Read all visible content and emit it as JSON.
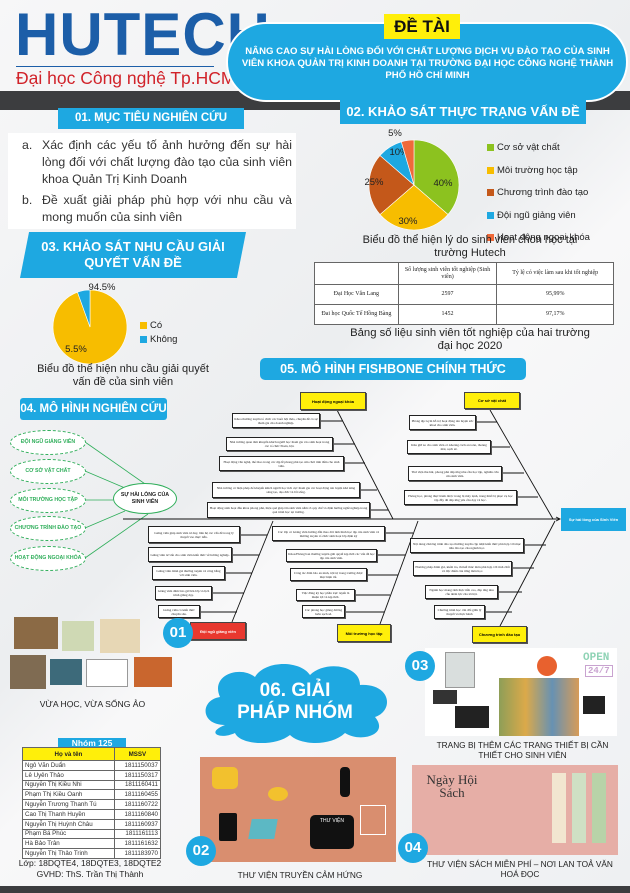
{
  "header": {
    "logo": "HUTECH",
    "logo_subtitle": "Đại học Công nghệ Tp.HCM",
    "topic_label": "ĐỀ TÀI",
    "topic": "NÂNG CAO SỰ HÀI LÒNG ĐỐI VỚI CHẤT LƯỢNG DỊCH VỤ ĐÀO TẠO CỦA SINH VIÊN KHOA QUẢN TRỊ KINH DOANH TẠI TRƯỜNG ĐẠI HỌC CÔNG NGHỆ THÀNH PHỐ HỒ CHÍ MINH"
  },
  "colors": {
    "accent": "#1ea8e1",
    "highlight": "#ffef0a",
    "logo": "#1c5ea8",
    "logo_sub": "#d1232a",
    "model": "#2fae5a"
  },
  "section1": {
    "title": "01. MỤC TIÊU NGHIÊN CỨU",
    "items": [
      {
        "marker": "a.",
        "text": "Xác định các yếu tố ảnh hưởng đến sự hài lòng đối với chất lượng đào tạo của sinh viên khoa Quản Trị Kinh Doanh"
      },
      {
        "marker": "b.",
        "text": "Đề xuất giải pháp phù hợp với nhu cầu và mong muốn của sinh viên"
      }
    ]
  },
  "section2": {
    "title": "02. KHẢO SÁT THỰC TRẠNG VẤN ĐỀ",
    "chart_caption": "Biểu đồ thể hiện lý do sinh viên chon học tại trường Hutech",
    "table": {
      "headers": [
        "",
        "Số lượng sinh viên tốt nghiệp (Sinh viên)",
        "Tỷ lệ có việc làm sau khi tốt nghiệp"
      ],
      "rows": [
        [
          "Đại Học Văn Lang",
          "2597",
          "95,99%"
        ],
        [
          "Đai học Quốc Tế Hồng Bàng",
          "1452",
          "97,17%"
        ]
      ]
    },
    "table_caption": "Bảng số liệu sinh viên tốt nghiệp của hai trường đại học 2020"
  },
  "section3": {
    "title": "03. KHẢO SÁT NHU CẦU GIẢI QUYẾT VẤN ĐỀ",
    "chart_caption": "Biểu đồ thể hiện nhu cầu giải quyết vấn đề của sinh viên"
  },
  "chart_data": [
    {
      "type": "pie",
      "legend": "right",
      "series": [
        {
          "name": "Cơ sở vật chất",
          "value": 40,
          "label": "40%",
          "color": "#8cc21f"
        },
        {
          "name": "Môi trường học tập",
          "value": 30,
          "label": "30%",
          "color": "#f7bd00"
        },
        {
          "name": "Chương trình đào tạo",
          "value": 25,
          "label": "25%",
          "color": "#c4581a"
        },
        {
          "name": "Đội ngũ giảng viên",
          "value": 10,
          "label": "10%",
          "color": "#1ea8e1"
        },
        {
          "name": "Hoạt động ngoại khóa",
          "value": 5,
          "label": "5%",
          "color": "#ef6a3a"
        }
      ]
    },
    {
      "type": "pie",
      "legend": "right",
      "series": [
        {
          "name": "Có",
          "value": 94.5,
          "label": "94.5%",
          "color": "#f7bd00"
        },
        {
          "name": "Không",
          "value": 5.5,
          "label": "5.5%",
          "color": "#1ea8e1"
        }
      ]
    }
  ],
  "section4": {
    "title": "04. MÔ HÌNH NGHIÊN CỨU",
    "factors": [
      "ĐỘI NGŨ GIẢNG VIÊN",
      "CƠ SỞ VẬT CHẤT",
      "MÔI TRƯỜNG HỌC TẬP",
      "CHƯƠNG TRÌNH ĐÀO TẠO",
      "HOẠT ĐỘNG NGOẠI KHÓA"
    ],
    "center": "SỰ HÀI LÒNG CỦA SINH VIÊN"
  },
  "section5": {
    "title": "05. MÔ HÌNH FISHBONE CHÍNH THỨC",
    "head": "Sự hài lòng của Sinh Viên",
    "categories": {
      "ngoai_khoa": {
        "label": "Hoạt động ngoại khóa",
        "items": [
          "Khoa thường xuyên tổ chức các buổi hội thảo, chuyên đề có sự tham gia của doanh nghiệp.",
          "Nhà trường quan tâm khuyến khích người học tham gia vào sinh hoạt trong các tổ chức Đoàn, hội.",
          "Hoạt động văn nghệ, thể thao trong các dịp lễ phong phú tạo sân chơi tinh thần cho sinh viên.",
          "Nhà trường có biện pháp để khuyến khích người học tích cực tham gia các hoạt động rèn luyện khả năng sáng tạo, đạo đức và lối sống.",
          "Hoạt động sinh hoạt đầu khóa phong phú, hiệu quả giúp tân sinh viên nắm rõ quy chế và định hướng nghề nghiệp trong quá trình học tại trường."
        ]
      },
      "co_so": {
        "label": "Cơ sở vật chất",
        "items": [
          "Phòng tập Gym hỗ trợ hoạt động rèn luyện sức khoẻ cho sinh viên.",
          "Khu giữ xe cho sinh viên có khoảng cách an toàn, thoáng mát, sạch sẽ.",
          "Thư viện thu hút, phong phú đáp ứng nhu cầu học tập, nghiên cứu của sinh viên.",
          "Phòng học, phòng thực hành được trang bị máy lạnh, trang thiết bị phục vụ học tập đầy đủ đáp ứng yêu cầu dạy và học."
        ]
      },
      "giang_vien": {
        "label": "Đội ngũ giảng viên",
        "items": [
          "Giảng viên giúp sinh viên tư duy, liên hệ các vấn đề trong lý thuyết vào thực tiễn.",
          "Giảng viên tư vấn cho sinh viên kiến thức về hướng nghiệp.",
          "Giảng viên đánh giá thường xuyên và công bằng với sinh viên.",
          "Giảng viên đảm bảo giờ lên lớp và lịch trình giảng dạy.",
          "Giảng viên có kiến thức chuyên sâu."
        ]
      },
      "moi_truong": {
        "label": "Môi trường học tập",
        "items": [
          "Các lớp có Giảng viên hướng dẫn theo dõi tình hình học tập của sinh viên và thường xuyên tổ chức sinh hoạt lớp định kỳ",
          "Khoa/Phòng ban thường xuyên giải quyết kịp thời các vấn đề học tập của sinh viên.",
          "Công tác đảm bảo an ninh, trật tự trong trường được thực hiện tốt.",
          "Việc đăng ký học phần trực tuyến là thuận lợi và kịp thời.",
          "Các phòng học giảng đường luôn sạch sẽ."
        ]
      },
      "chuong_trinh": {
        "label": "Chương trình đào tạo",
        "items": [
          "Nội dung chương trình đào tạo thường xuyên cập nhật kiến thức phù hợp với mục tiêu đào tạo của ngành học.",
          "Phương pháp đánh giá, kiểm tra, thi kết thúc môn phù hợp với tính chất và đặc điểm của từng môn học.",
          "Ngành học mang tính thực tiễn cao, đáp ứng nhu cầu nhân lực của xã hội.",
          "Chương trình học cân đối giữa lý thuyết và thực hành"
        ]
      }
    }
  },
  "section6": {
    "title_line1": "06. GIẢI",
    "title_line2": "PHÁP NHÓM",
    "solutions": [
      {
        "number": "01",
        "caption": "VỪA HỌC, VỪA SỐNG ẢO"
      },
      {
        "number": "02",
        "caption": "THƯ VIỆN TRUYỀN CẢM HỨNG",
        "image_text": "THƯ VIỆN"
      },
      {
        "number": "03",
        "caption": "TRANG BỊ THÊM CÁC TRANG THIẾT BỊ CẦN THIẾT CHO SINH VIÊN",
        "image_text": [
          "OPEN",
          "24/7"
        ]
      },
      {
        "number": "04",
        "caption": "THƯ VIỆN SÁCH MIỄN PHÍ – NƠI LAN TOẢ VĂN HOÁ ĐỌC",
        "image_text": [
          "Ngày Hội",
          "Sách"
        ]
      }
    ]
  },
  "team": {
    "group": "Nhóm 125",
    "headers": [
      "Họ và tên",
      "MSSV"
    ],
    "members": [
      [
        "Ngô Văn Duẩn",
        "1811150037"
      ],
      [
        "Lê Uyên Thảo",
        "1811150317"
      ],
      [
        "Nguyễn Thị Kiều Nhi",
        "1811160411"
      ],
      [
        "Phạm Thị Kiều Oanh",
        "1811160455"
      ],
      [
        "Nguyễn Trương Thanh Tú",
        "1811160722"
      ],
      [
        "Cao Thị Thanh Huyền",
        "1811160840"
      ],
      [
        "Nguyễn Thị Huỳnh Châu",
        "1811160937"
      ],
      [
        "Phạm Bá Phúc",
        "1811161113"
      ],
      [
        "Hà Bảo Trân",
        "1811161632"
      ],
      [
        "Nguyễn Thị Thảo Trinh",
        "1811183970"
      ]
    ],
    "classes": "Lớp: 18DQTE4, 18DQTE3, 18DQTE2",
    "advisor": "GVHD: ThS. Trần Thị Thành"
  }
}
